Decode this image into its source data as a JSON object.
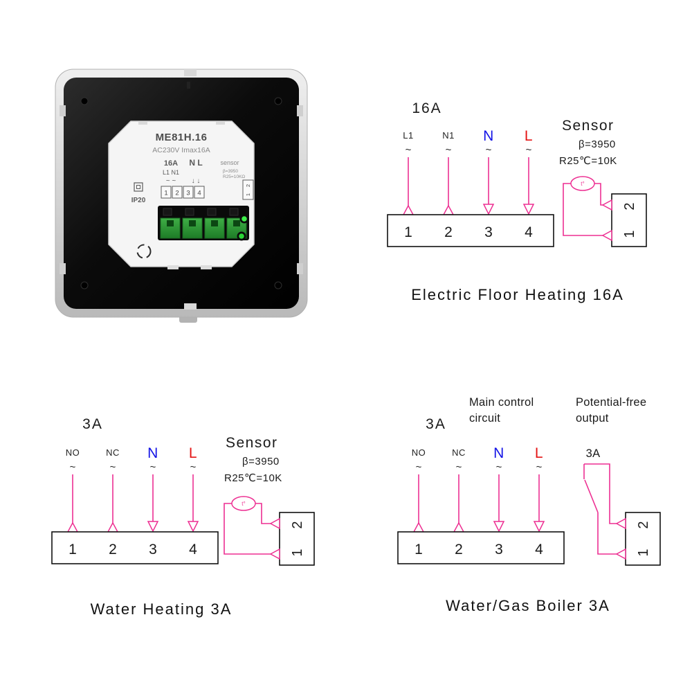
{
  "colors": {
    "wire": "#ed2f92",
    "neutral_blue": "#1414e6",
    "live_red": "#e41414",
    "text": "#1a1a1a"
  },
  "sym": {
    "tilde": "~",
    "down_arrows": "↓ ↓"
  },
  "device": {
    "model": "ME81H.16",
    "rating": "AC230V Imax16A",
    "amp": "16A",
    "nl_label": "N L",
    "sensor_label": "sensor",
    "l1n1_label": "L1 N1",
    "tildes": "~ ~",
    "ip_rating": "IP20",
    "terminals": [
      "1",
      "2",
      "3",
      "4"
    ],
    "sensor_spec_1": "β=3950",
    "sensor_spec_2": "R25=10KΩ",
    "connector": [
      "1",
      "2"
    ]
  },
  "floor": {
    "amp": "16A",
    "terminal_labels": [
      "L1",
      "N1",
      "N",
      "L"
    ],
    "box_numbers": [
      "1",
      "2",
      "3",
      "4"
    ],
    "sensor": {
      "title": "Sensor",
      "beta": "β=3950",
      "r25": "R25℃=10K",
      "probe": "t°",
      "connector": [
        "1",
        "2"
      ]
    },
    "caption": "Electric Floor Heating 16A"
  },
  "water": {
    "amp": "3A",
    "terminal_labels": [
      "NO",
      "NC",
      "N",
      "L"
    ],
    "box_numbers": [
      "1",
      "2",
      "3",
      "4"
    ],
    "sensor": {
      "title": "Sensor",
      "beta": "β=3950",
      "r25": "R25℃=10K",
      "probe": "t°",
      "connector": [
        "1",
        "2"
      ]
    },
    "caption": "Water Heating 3A"
  },
  "boiler": {
    "amp": "3A",
    "header_left_1": "Main control",
    "header_left_2": "circuit",
    "header_right_1": "Potential-free",
    "header_right_2": "output",
    "terminal_labels": [
      "NO",
      "NC",
      "N",
      "L"
    ],
    "box_numbers": [
      "1",
      "2",
      "3",
      "4"
    ],
    "switch_amp": "3A",
    "connector": [
      "1",
      "2"
    ],
    "caption": "Water/Gas Boiler 3A"
  }
}
